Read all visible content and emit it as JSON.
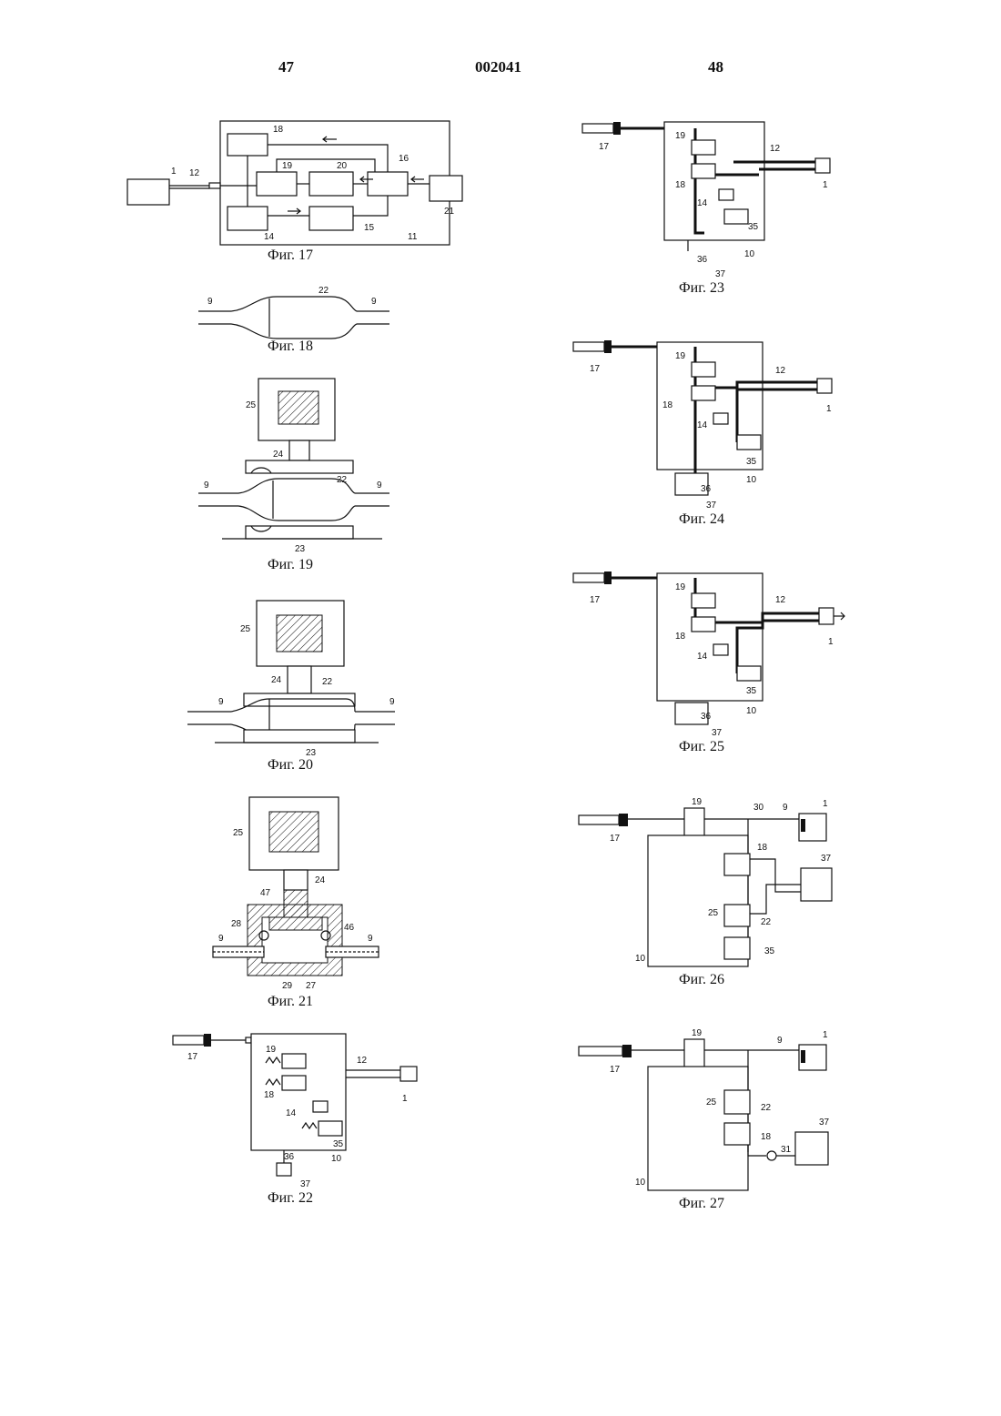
{
  "header": {
    "left_page": "47",
    "doc_number": "002041",
    "right_page": "48"
  },
  "figures": {
    "f17": {
      "caption": "Фиг. 17",
      "labels": [
        "1",
        "12",
        "18",
        "19",
        "20",
        "16",
        "21",
        "14",
        "15",
        "11"
      ]
    },
    "f18": {
      "caption": "Фиг. 18",
      "labels": [
        "9",
        "22",
        "9"
      ]
    },
    "f19": {
      "caption": "Фиг. 19",
      "labels": [
        "25",
        "24",
        "9",
        "22",
        "9",
        "23"
      ]
    },
    "f20": {
      "caption": "Фиг. 20",
      "labels": [
        "25",
        "24",
        "22",
        "9",
        "9",
        "23"
      ]
    },
    "f21": {
      "caption": "Фиг. 21",
      "labels": [
        "25",
        "24",
        "47",
        "28",
        "46",
        "9",
        "9",
        "29",
        "27"
      ]
    },
    "f22": {
      "caption": "Фиг. 22",
      "labels": [
        "17",
        "19",
        "12",
        "18",
        "1",
        "14",
        "35",
        "36",
        "10",
        "37"
      ]
    },
    "f23": {
      "caption": "Фиг. 23",
      "labels": [
        "17",
        "19",
        "12",
        "18",
        "1",
        "14",
        "35",
        "36",
        "10",
        "37"
      ]
    },
    "f24": {
      "caption": "Фиг. 24",
      "labels": [
        "17",
        "19",
        "12",
        "18",
        "1",
        "14",
        "35",
        "36",
        "10",
        "37"
      ]
    },
    "f25": {
      "caption": "Фиг. 25",
      "labels": [
        "17",
        "19",
        "12",
        "18",
        "1",
        "14",
        "35",
        "36",
        "10",
        "37"
      ]
    },
    "f26": {
      "caption": "Фиг. 26",
      "labels": [
        "19",
        "30",
        "9",
        "1",
        "17",
        "18",
        "37",
        "25",
        "22",
        "35",
        "10"
      ]
    },
    "f27": {
      "caption": "Фиг. 27",
      "labels": [
        "19",
        "9",
        "1",
        "17",
        "25",
        "22",
        "37",
        "18",
        "31",
        "10"
      ]
    }
  }
}
